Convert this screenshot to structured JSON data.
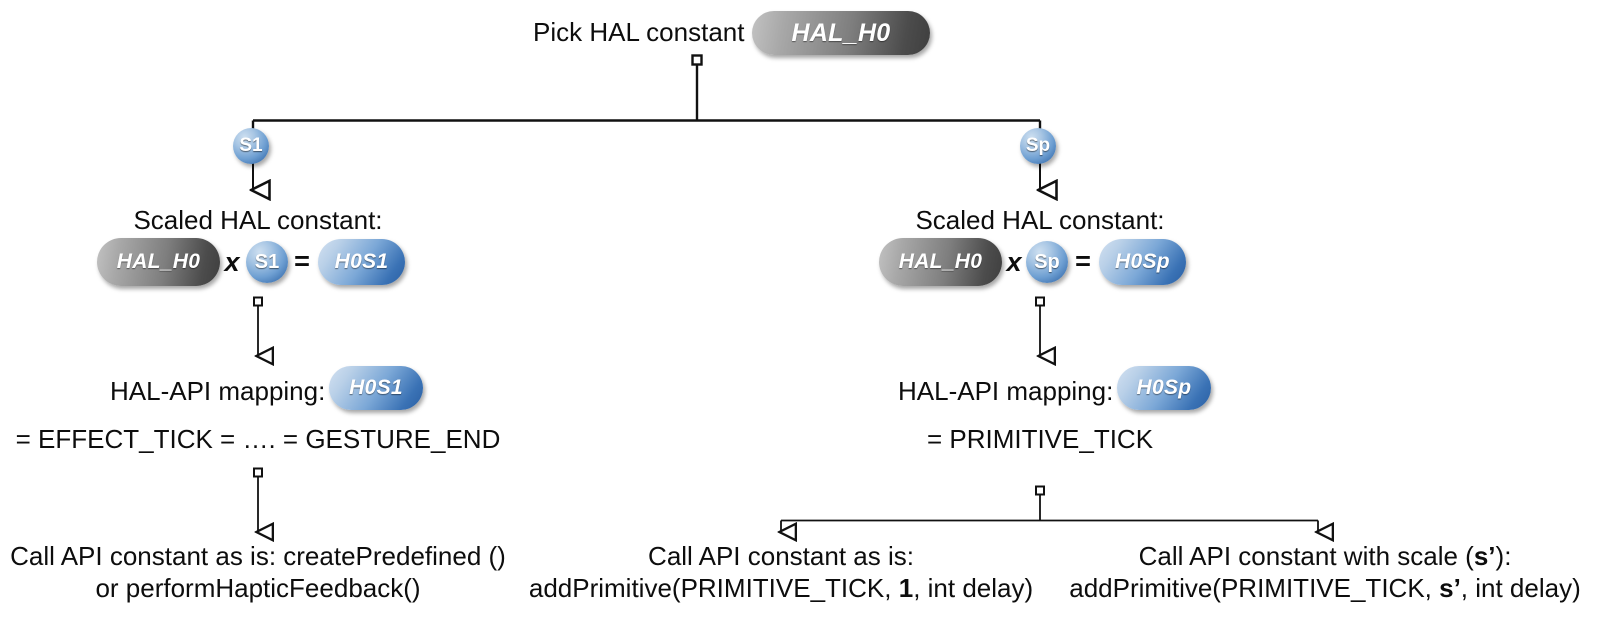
{
  "diagram": {
    "title_row": {
      "label": "Pick HAL constant",
      "pill": "HAL_H0"
    },
    "branches": [
      {
        "badge": "S1"
      },
      {
        "badge": "Sp"
      }
    ],
    "left_branch": {
      "scaled_label": "Scaled HAL constant:",
      "operand_a": "HAL_H0",
      "times": "x",
      "operand_b": "S1",
      "equals": "=",
      "result": "H0S1",
      "mapping_label": "HAL-API mapping:",
      "mapping_pill": "H0S1",
      "mapping_expr": "= EFFECT_TICK = …. = GESTURE_END",
      "leaf_line1": "Call API constant as is: createPredefined ()",
      "leaf_line2": "or performHapticFeedback()"
    },
    "right_branch": {
      "scaled_label": "Scaled HAL constant:",
      "operand_a": "HAL_H0",
      "times": "x",
      "operand_b": "Sp",
      "equals": "=",
      "result": "H0Sp",
      "mapping_label": "HAL-API mapping:",
      "mapping_pill": "H0Sp",
      "mapping_expr": "= PRIMITIVE_TICK",
      "leaf_center": {
        "line1": "Call API constant as is:",
        "line2_pre": "addPrimitive(PRIMITIVE_TICK, ",
        "line2_bold": "1",
        "line2_post": ", int delay)"
      },
      "leaf_right": {
        "line1_pre": "Call API constant with scale (",
        "line1_bold": "s’",
        "line1_post": "):",
        "line2_pre": "addPrimitive(PRIMITIVE_TICK, ",
        "line2_bold": "s’",
        "line2_post": ", int delay)"
      }
    },
    "colors": {
      "gray_pill_light": "#c2c2c2",
      "gray_pill_dark": "#3f3f3f",
      "blue_pill_light": "#d3e1f1",
      "blue_pill_dark": "#2a5fa3",
      "circle_blue": "#6e9fd2",
      "connector": "#1a1a1a",
      "text": "#0d0d0d",
      "background": "#ffffff"
    }
  }
}
